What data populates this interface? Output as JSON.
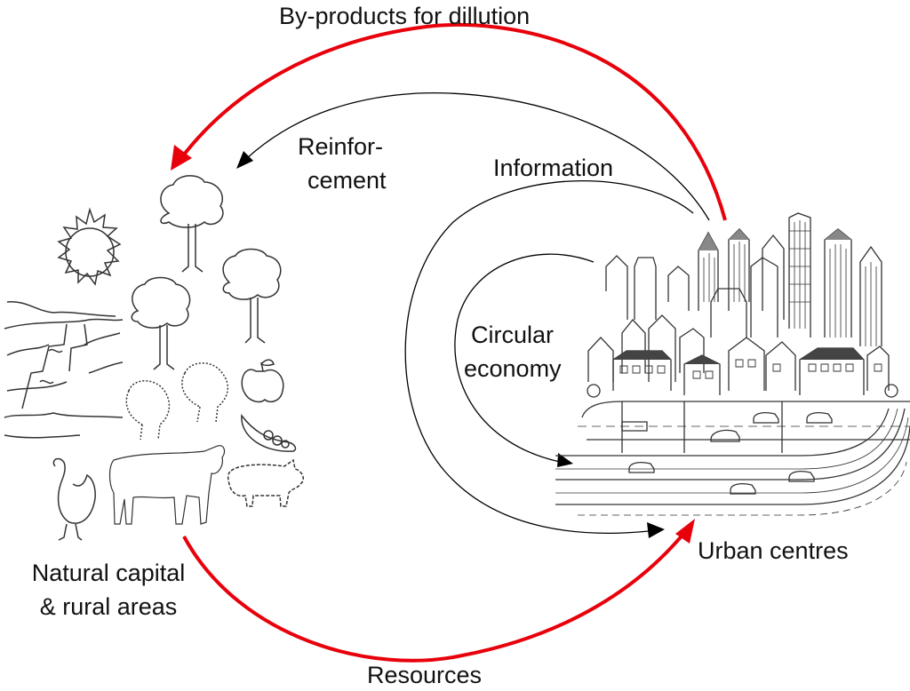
{
  "title": "Urban-rural circular flows",
  "colors": {
    "primary_flow": "#e8000b",
    "secondary_flow": "#000000",
    "drawing": "#333333"
  },
  "labels": {
    "byproducts": "By-products for dillution",
    "reinforcement_1": "Reinfor-",
    "reinforcement_2": "cement",
    "information": "Information",
    "circular_1": "Circular",
    "circular_2": "economy",
    "urban": "Urban centres",
    "natural_1": "Natural capital",
    "natural_2": "& rural areas",
    "resources": "Resources"
  },
  "nodes": [
    {
      "id": "rural",
      "name": "Natural capital & rural areas",
      "icons": [
        "sun",
        "trees",
        "waterfall",
        "shrubs",
        "apple",
        "pea-pod",
        "rooster",
        "cow",
        "pig"
      ]
    },
    {
      "id": "urban",
      "name": "Urban centres",
      "icons": [
        "skyscrapers",
        "houses",
        "highway",
        "cars"
      ]
    }
  ],
  "flows": [
    {
      "label": "By-products for dillution",
      "from": "urban",
      "to": "rural",
      "style": "red-thick"
    },
    {
      "label": "Reinforcement",
      "from": "urban",
      "to": "rural",
      "style": "black-thin"
    },
    {
      "label": "Information",
      "from": "urban",
      "to": "urban",
      "style": "black-thin"
    },
    {
      "label": "Circular economy",
      "from": "urban",
      "to": "urban",
      "style": "black-thin"
    },
    {
      "label": "Resources",
      "from": "rural",
      "to": "urban",
      "style": "red-thick"
    }
  ]
}
